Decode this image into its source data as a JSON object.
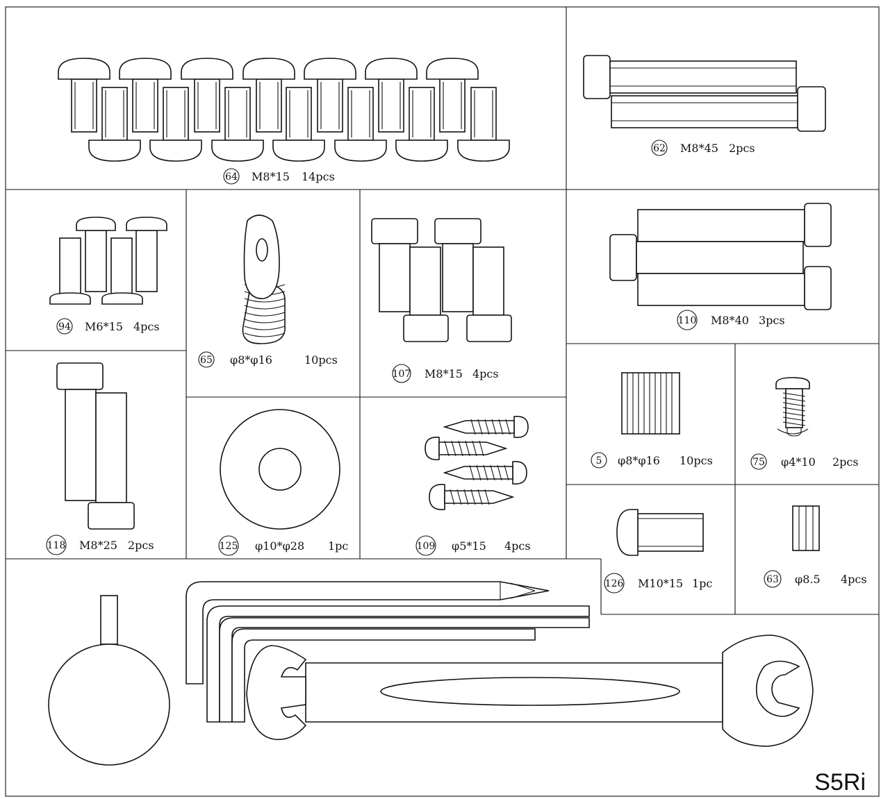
{
  "model": "S5Ri",
  "parts": [
    {
      "num": "64",
      "size": "M8*15",
      "qty": "14pcs"
    },
    {
      "num": "62",
      "size": "M8*45",
      "qty": "2pcs"
    },
    {
      "num": "94",
      "size": "M6*15",
      "qty": "4pcs"
    },
    {
      "num": "65",
      "size": "φ8*φ16",
      "qty": "10pcs"
    },
    {
      "num": "107",
      "size": "M8*15",
      "qty": "4pcs"
    },
    {
      "num": "110",
      "size": "M8*40",
      "qty": "3pcs"
    },
    {
      "num": "5",
      "size": "φ8*φ16",
      "qty": "10pcs"
    },
    {
      "num": "75",
      "size": "φ4*10",
      "qty": "2pcs"
    },
    {
      "num": "118",
      "size": "M8*25",
      "qty": "2pcs"
    },
    {
      "num": "125",
      "size": "φ10*φ28",
      "qty": "1pc"
    },
    {
      "num": "109",
      "size": "φ5*15",
      "qty": "4pcs"
    },
    {
      "num": "126",
      "size": "M10*15",
      "qty": "1pc"
    },
    {
      "num": "63",
      "size": "φ8.5",
      "qty": "4pcs"
    }
  ]
}
